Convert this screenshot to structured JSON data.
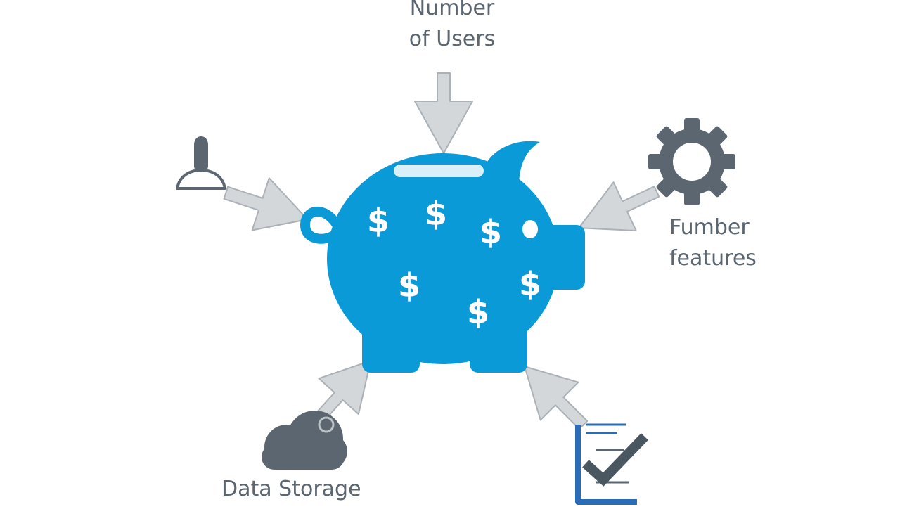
{
  "labels": {
    "users_line1": "Number",
    "users_line2": "of Users",
    "features_line1": "Fumber",
    "features_line2": "features",
    "storage": "Data Storage"
  },
  "center": {
    "icon": "piggy-bank-icon",
    "color": "#0a9ad8",
    "symbol": "$"
  },
  "inputs": [
    {
      "icon": "user-icon"
    },
    {
      "icon": "gear-icon"
    },
    {
      "icon": "cloud-icon"
    },
    {
      "icon": "checklist-icon"
    }
  ],
  "colors": {
    "arrow_fill": "#d3d7da",
    "arrow_stroke": "#aab1b7",
    "icon_dark": "#5b6670",
    "check_blue": "#2a6cb8"
  }
}
